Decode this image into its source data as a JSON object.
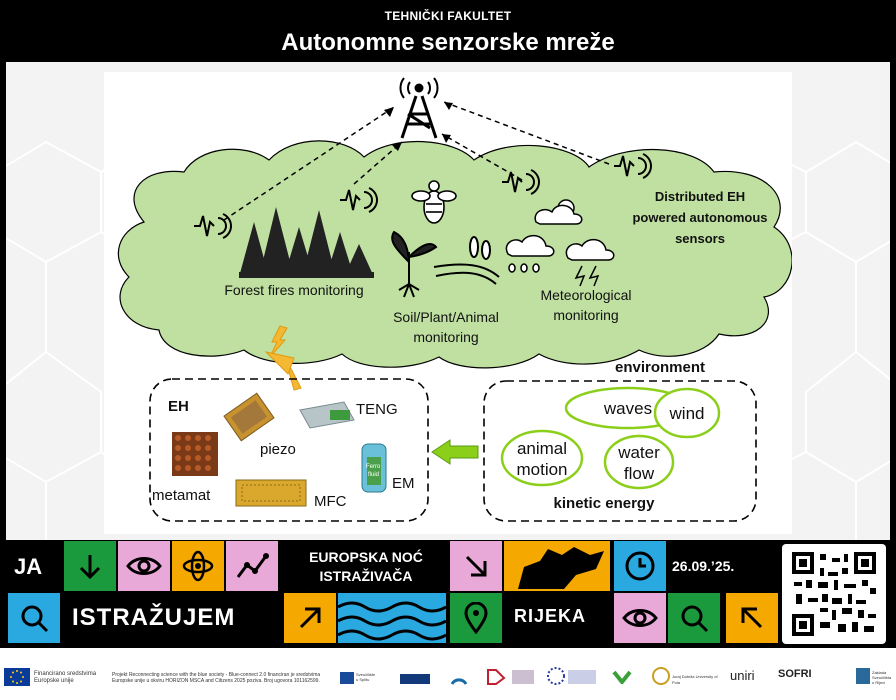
{
  "header": {
    "faculty": "TEHNIČKI FAKULTET",
    "title": "Autonomne senzorske mreže"
  },
  "diagram": {
    "distributed": [
      "Distributed EH",
      "powered autonomous",
      "sensors"
    ],
    "forest": "Forest fires monitoring",
    "soil": [
      "Soil/Plant/Animal",
      "monitoring"
    ],
    "meteo": [
      "Meteorological",
      "monitoring"
    ],
    "eh_box": {
      "title": "EH",
      "piezo": "piezo",
      "teng": "TENG",
      "metamat": "metamat",
      "mfc": "MFC",
      "em": "EM",
      "ferro": [
        "Ferro",
        "fluid"
      ]
    },
    "env_box": {
      "title": "environment",
      "waves": "waves",
      "wind": "wind",
      "animal_motion": [
        "animal",
        "motion"
      ],
      "water_flow": [
        "water",
        "flow"
      ],
      "kinetic": "kinetic energy"
    }
  },
  "banner": {
    "ja": "JA",
    "istrazujem": "ISTRAŽUJEM",
    "event": [
      "EUROPSKA NOĆ",
      "ISTRAŽIVAČA"
    ],
    "date": "26.09.’25.",
    "city": "RIJEKA"
  },
  "footer": {
    "eu_text": [
      "Financirano sredstvima",
      "Europske unije"
    ],
    "project_text": [
      "Projekt Reconnecting science with the blue society - Blue-connect 2.0 financiran je sredstvima",
      "Europske unije u okviru HORIZON MSCA and Citizens 2025 poziva. Broj ugovora 101162599."
    ],
    "split_text": [
      "Sveučilište",
      "u Splitu"
    ],
    "unipu_text": "Juraj Dobrila University of Pula",
    "uniri_text": "uniri",
    "sofri_text": "SOFRI",
    "zaklada_text": [
      "Zaklada",
      "Sveučilišta",
      "u Rijeci"
    ]
  },
  "colors": {
    "cloud": "#bfe0a0",
    "green_tile": "#1a9a3c",
    "pink_tile": "#e8a9d8",
    "orange_tile": "#f5a800",
    "blue_tile": "#2aa8e0",
    "arrow_green": "#8ccf1a",
    "arrow_orange": "#f5b833"
  },
  "icons": [
    "antenna-tower-icon",
    "signal-icon",
    "forest-icon",
    "bee-icon",
    "plant-icon",
    "cloud-rain-icon",
    "sun-cloud-icon",
    "lightning-arrow-icon",
    "arrow-down-icon",
    "eye-icon",
    "atom-icon",
    "chart-line-icon",
    "search-icon",
    "arrow-up-right-icon",
    "location-pin-icon",
    "arrow-down-right-icon",
    "clock-icon",
    "arrow-up-left-icon",
    "qr-code-icon",
    "eu-flag-icon"
  ]
}
